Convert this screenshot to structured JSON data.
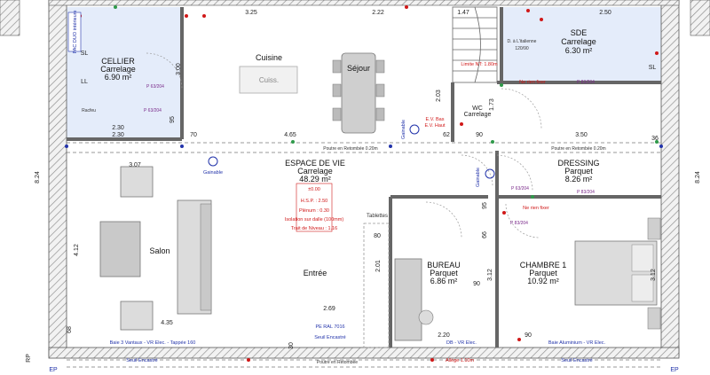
{
  "rooms": {
    "cellier": {
      "name": "CELLIER",
      "floor": "Carrelage",
      "area": "6.90 m²"
    },
    "cuisine": {
      "name": "Cuisine",
      "sub": "Cuiss."
    },
    "sejour": {
      "name": "Séjour"
    },
    "sde": {
      "name": "SDE",
      "floor": "Carrelage",
      "area": "6.30 m²"
    },
    "wc": {
      "name": "WC",
      "floor": "Carrelage"
    },
    "espace": {
      "name": "ESPACE DE VIE",
      "floor": "Carrelage",
      "area": "48.29 m²",
      "tags": [
        "±0.00",
        "H.S.P. : 2.50",
        "Plénum : 0.30"
      ],
      "notes": [
        "Isolation sur dalle (100mm)",
        "Trait de Niveau : 1.16"
      ]
    },
    "dressing": {
      "name": "DRESSING",
      "floor": "Parquet",
      "area": "8.26 m²"
    },
    "salon": {
      "name": "Salon"
    },
    "entree": {
      "name": "Entrée"
    },
    "bureau": {
      "name": "BUREAU",
      "floor": "Parquet",
      "area": "6.86 m²"
    },
    "chambre": {
      "name": "CHAMBRE 1",
      "floor": "Parquet",
      "area": "10.92 m²"
    },
    "tablettes": {
      "name": "Tablettes"
    }
  },
  "dimensions": {
    "top_325": "3.25",
    "top_222": "2.22",
    "top_147": "1.47",
    "top_250": "2.50",
    "h_230_left": "2.30",
    "h_70": "70",
    "h_465": "4.65",
    "h_350": "3.50",
    "h_307": "3.07",
    "h_435": "4.35",
    "h_269": "2.69",
    "h_220": "2.20",
    "h_80": "80",
    "h_90": "90",
    "h_90b": "90",
    "h_36": "36",
    "v_824_left": "8.24",
    "v_824_right": "8.24",
    "v_300": "3.00",
    "v_412": "4.12",
    "v_201": "2.01",
    "v_312": "3.12",
    "v_312b": "3.12",
    "v_203": "2.03",
    "v_173": "1.73",
    "v_95": "95",
    "v_68": "68",
    "v_95b": "95",
    "v_62": "62",
    "v_66": "66",
    "v_90": "90",
    "v_30": "30",
    "h_230_b": "2.30",
    "sl": "SL",
    "ll": "LL",
    "sl_right": "SL"
  },
  "labels": {
    "poutre_left": "Poutre en Retombée 0.20m",
    "poutre_right": "Poutre en Retombée 0.20m",
    "poutre_bottom": "Poutre en Retombée",
    "gainable_1": "Gainable",
    "gainable_2": "Gainable",
    "gainable_3": "Gainable",
    "baie_left": "Baie 3 Vantaux - VR Elec. - Tappée 160",
    "baie_right": "Baie Aluminium - VR Elec.",
    "seuil_left": "Seuil Encastré",
    "seuil_mid": "Seuil Encastré",
    "seuil_right": "Seuil Encastré",
    "pe_ral": "PE RAL 7016",
    "db_vr": "DB - VR Elec.",
    "allege": "Allège 1.10m",
    "rien_fixer_1": "Ne rien fixer",
    "rien_fixer_2": "Ne rien fixer",
    "p63_204_a": "P 63/204",
    "p63_204_b": "P 63/204",
    "p83_204_a": "P 83/204",
    "p83_204_b": "P 83/204",
    "p83_204_c": "P 83/204",
    "p63_204_c": "P 63/204",
    "douche": "D. à L'italienne",
    "douche_dim": "120/90",
    "pac": "PAC DUO intérieure",
    "ev_bas": "E.V. Bas",
    "ev_haut": "E.V. Haut",
    "ep_left": "EP",
    "ep_right": "EP",
    "rp": "RP",
    "raco": "Racfeu",
    "wc_limit": "Limite NT: 1.80m"
  },
  "colors": {
    "wall": "#555555",
    "hatch": "#8a8a8a",
    "room_blue": "#e4ecfa",
    "red": "#d01818",
    "green": "#2f9a4a",
    "blue": "#2233aa"
  }
}
